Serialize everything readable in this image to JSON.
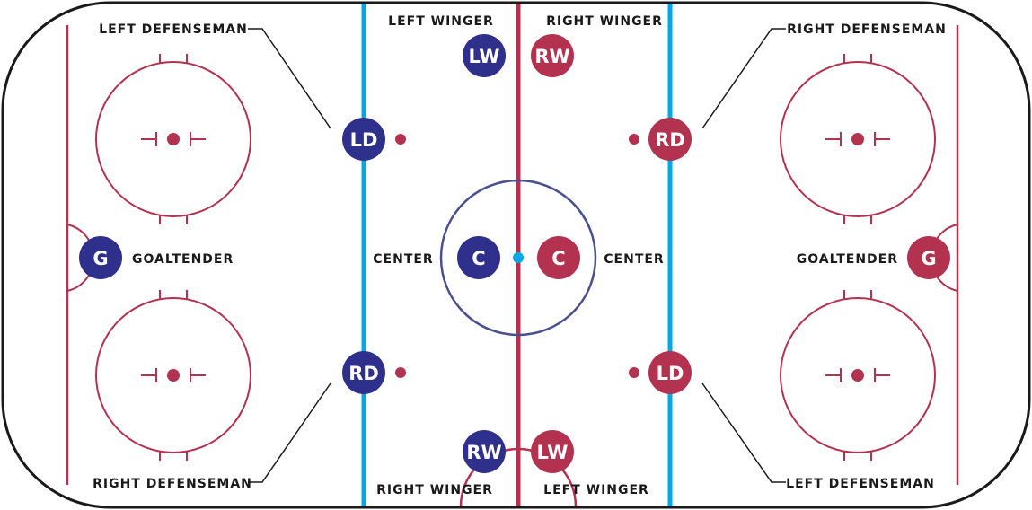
{
  "colors": {
    "team_a": "#2f2f8c",
    "team_b": "#b2324f",
    "line_red": "#b2324f",
    "line_blue": "#00a9e6",
    "outline": "#1a1a1a",
    "center_circle": "#4a4f90"
  },
  "labels": {
    "left_defenseman_top": "LEFT DEFENSEMAN",
    "right_defenseman_bottom_left": "RIGHT DEFENSEMAN",
    "right_defenseman_top": "RIGHT DEFENSEMAN",
    "left_defenseman_bottom_right": "LEFT DEFENSEMAN",
    "left_winger_top": "LEFT WINGER",
    "right_winger_top": "RIGHT WINGER",
    "right_winger_bottom": "RIGHT WINGER",
    "left_winger_bottom": "LEFT WINGER",
    "goaltender_left": "GOALTENDER",
    "goaltender_right": "GOALTENDER",
    "center_left": "CENTER",
    "center_right": "CENTER"
  },
  "players": {
    "team_a": {
      "lw": "LW",
      "ld": "LD",
      "c": "C",
      "g": "G",
      "rd": "RD",
      "rw": "RW"
    },
    "team_b": {
      "rw": "RW",
      "rd": "RD",
      "c": "C",
      "g": "G",
      "ld": "LD",
      "lw": "LW"
    }
  }
}
